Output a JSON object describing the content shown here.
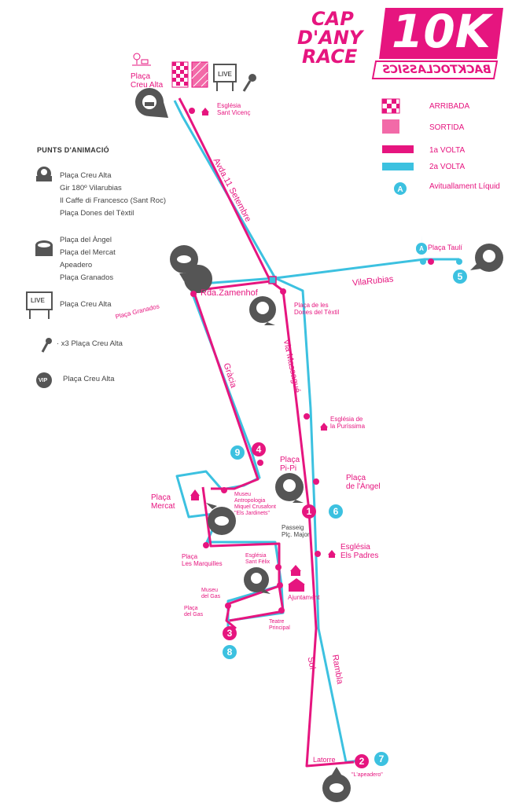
{
  "logo": {
    "line1": "CAP",
    "line2": "D'ANY",
    "line3": "RACE",
    "big": "10K",
    "sub": "BACKTOCLASSICS"
  },
  "legend": {
    "arribada": "ARRIBADA",
    "sortida": "SORTIDA",
    "volta1": "1a VOLTA",
    "volta2": "2a VOLTA",
    "avituallament": "Avituallament Líquid",
    "avituallament_letter": "A",
    "colors": {
      "volta1": "#e6157f",
      "volta2": "#3cc1e0"
    }
  },
  "animacio": {
    "title": "PUNTS D'ANIMACIÓ",
    "dj": [
      "Plaça Creu Alta",
      "Gir 180º Vilarubias",
      "Il Caffe di Francesco (Sant Roc)",
      "Plaça Dones del Tèxtil"
    ],
    "drum": [
      "Plaça del Àngel",
      "Plaça del Mercat",
      "Apeadero",
      "Plaça Granados"
    ],
    "live": "Plaça Creu Alta",
    "live_badge": "LIVE",
    "mic": "· x3 Plaça Creu Alta",
    "vip": "Plaça Creu Alta",
    "vip_badge": "VIP"
  },
  "streets": {
    "avda": "Avda.11 Setembre",
    "zamenhof": "Rda.Zamenhof",
    "vilarubias": "VilaRubias",
    "massague": "Via Massagué",
    "gracia": "Gràcia",
    "sol": "Sol",
    "rambla": "Rambla",
    "latorre": "Latorre"
  },
  "places": {
    "creu_alta": "Plaça\nCreu Alta",
    "sant_vicenc": "Església\nSant Vicenç",
    "granados": "Plaça Granados",
    "dones": "Plaça de les\nDones del Tèxtil",
    "tauli": "Plaça Taulí",
    "purissima": "Església de\nla Puríssima",
    "pi_pi": "Plaça\nPi-Pi",
    "angel": "Plaça\nde l'Àngel",
    "mercat": "Plaça\nMercat",
    "museu_antro": "Museu\nAntropologia\nMiquel Crusafont\n\"Els Jardinets\"",
    "passeig": "Passeig\nPlç. Major",
    "padres": "Església\nEls Padres",
    "marquilles": "Plaça\nLes Marquilles",
    "sant_felix": "Església\nSant Fèlix",
    "ajuntament": "Ajuntament",
    "museu_gas": "Museu\ndel Gas",
    "placa_gas": "Plaça\ndel Gas",
    "teatre": "Teatre\nPrincipal",
    "apeadero": "\"L'apeadero\""
  },
  "km_markers": {
    "k1": "1",
    "k2": "2",
    "k3": "3",
    "k4": "4",
    "k5": "5",
    "k6": "6",
    "k7": "7",
    "k8": "8",
    "k9": "9"
  }
}
